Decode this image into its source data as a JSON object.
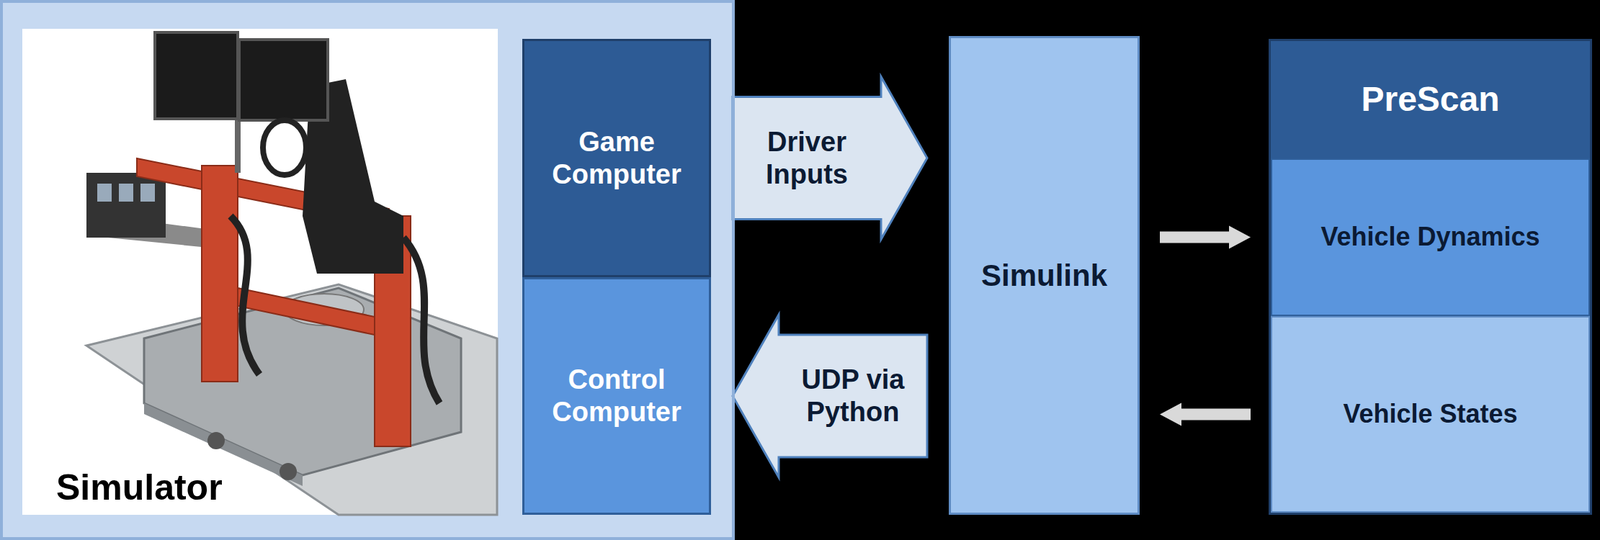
{
  "diagram": {
    "nodes": [
      {
        "text": [
          "Simulator"
        ]
      },
      {
        "text": [
          "Game Computer"
        ],
        "in": 0
      },
      {
        "text": [
          "Control Computer"
        ],
        "in": 0
      },
      {
        "text": [
          "Simulink"
        ]
      },
      {
        "text": [
          "PreScan"
        ]
      },
      {
        "text": [
          "Vehicle Dynamics"
        ],
        "in": 4
      },
      {
        "text": [
          "Vehicle States"
        ],
        "in": 4
      }
    ],
    "edges": [
      {
        "from": 1,
        "to": 3,
        "label": "Driver Inputs",
        "arrow": "to"
      },
      {
        "from": 3,
        "to": 2,
        "label": "UDP via Python",
        "arrow": "to"
      },
      {
        "from": 3,
        "to": 5,
        "arrow": "to"
      },
      {
        "from": 6,
        "to": 3,
        "arrow": "to"
      }
    ]
  }
}
